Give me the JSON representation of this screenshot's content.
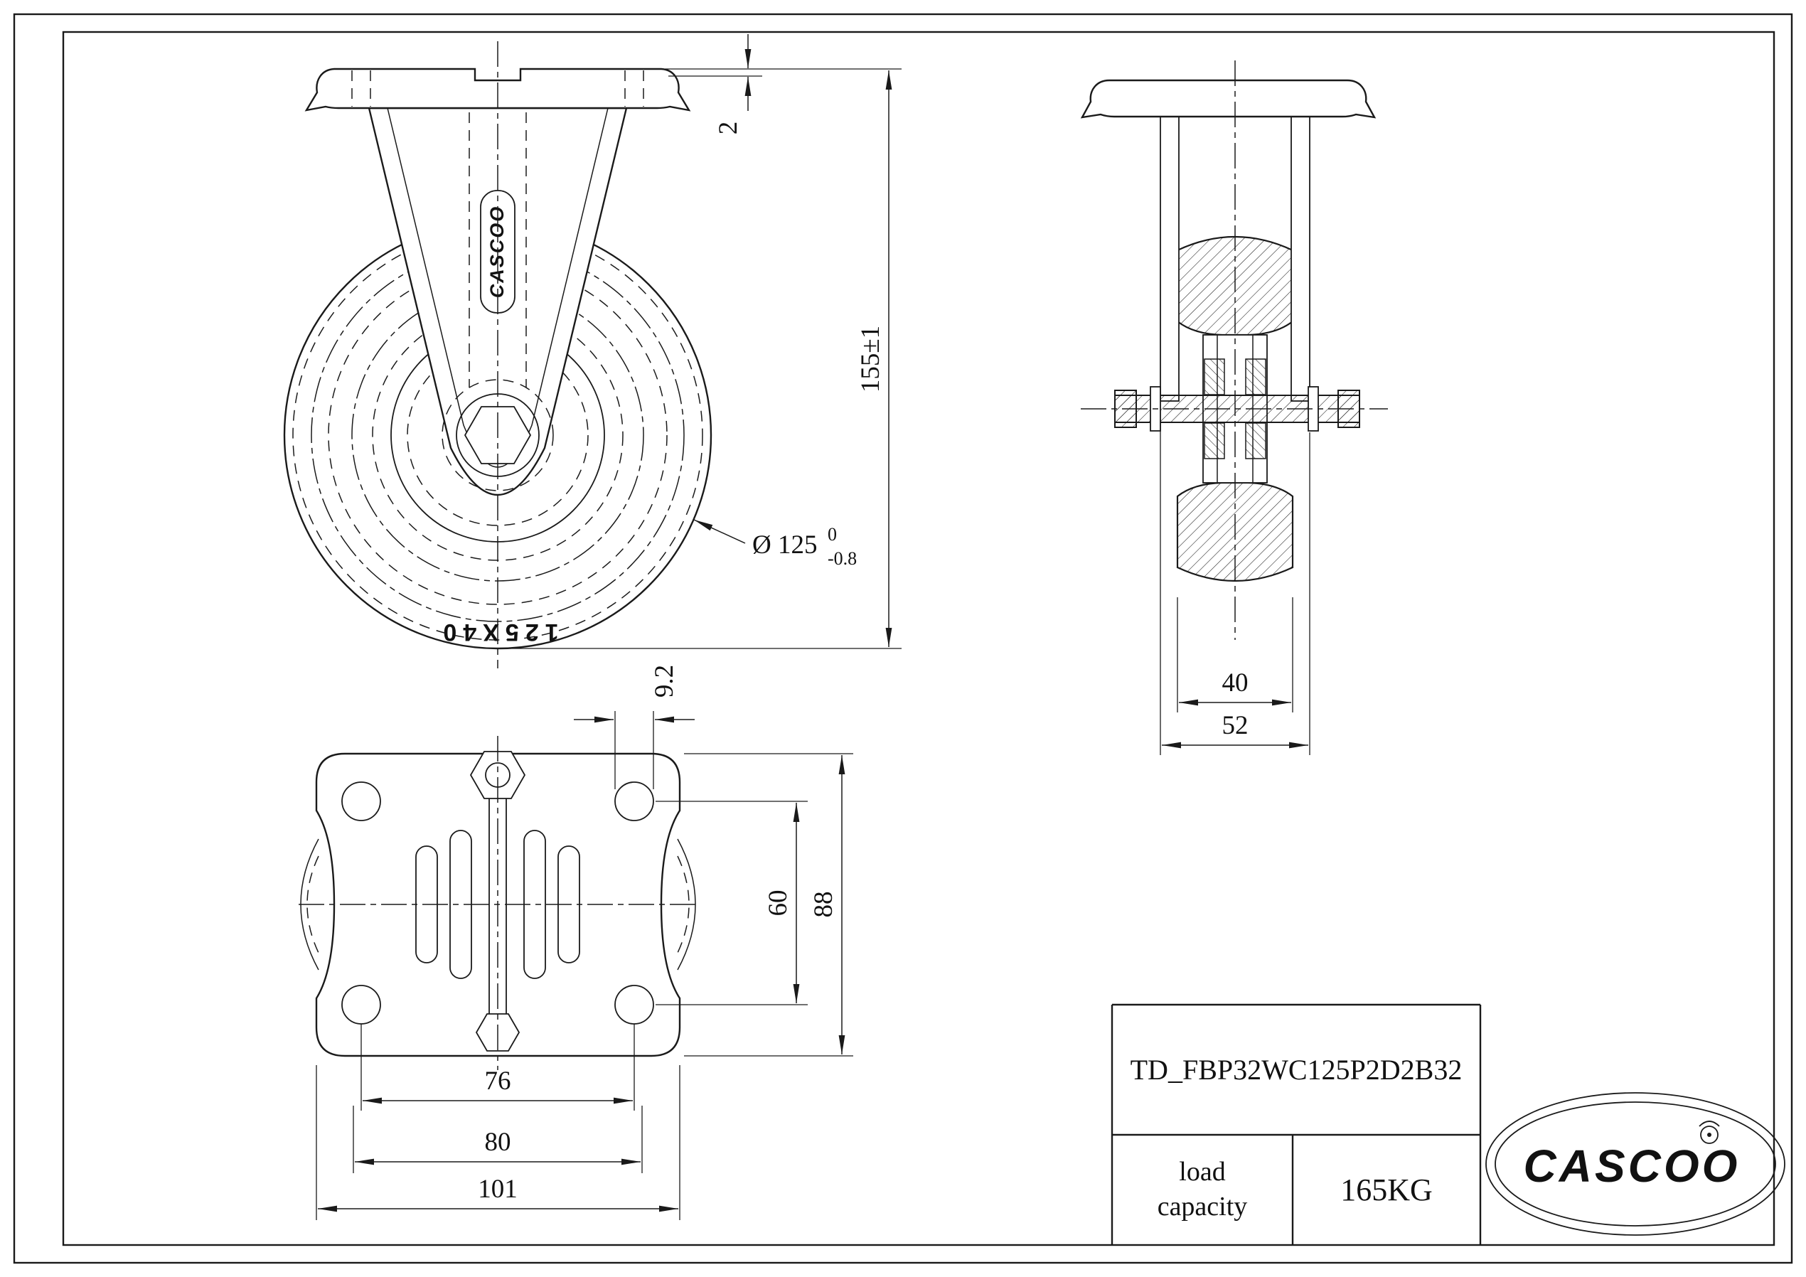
{
  "title_block": {
    "part_number": "TD_FBP32WC125P2D2B32",
    "load_capacity_label": "load capacity",
    "load_capacity_value": "165KG"
  },
  "branding": {
    "logo_text": "CASCOO",
    "fork_badge_text": "CASCOO"
  },
  "front_view": {
    "dim_plate_thickness": "2",
    "dim_overall_height": "155±1",
    "dim_wheel_diameter": "Ø 125",
    "dim_wheel_diameter_tol_upper": "0",
    "dim_wheel_diameter_tol_lower": "-0.8",
    "tire_marking": "125X40"
  },
  "side_view": {
    "dim_wheel_width": "40",
    "dim_overall_width": "52"
  },
  "plate_view": {
    "dim_hole_diameter": "9.2",
    "dim_bolt_spacing_vertical": "60",
    "dim_plate_depth": "88",
    "dim_bolt_spacing_horizontal": "76",
    "dim_slot_spacing_horizontal": "80",
    "dim_plate_width": "101"
  }
}
